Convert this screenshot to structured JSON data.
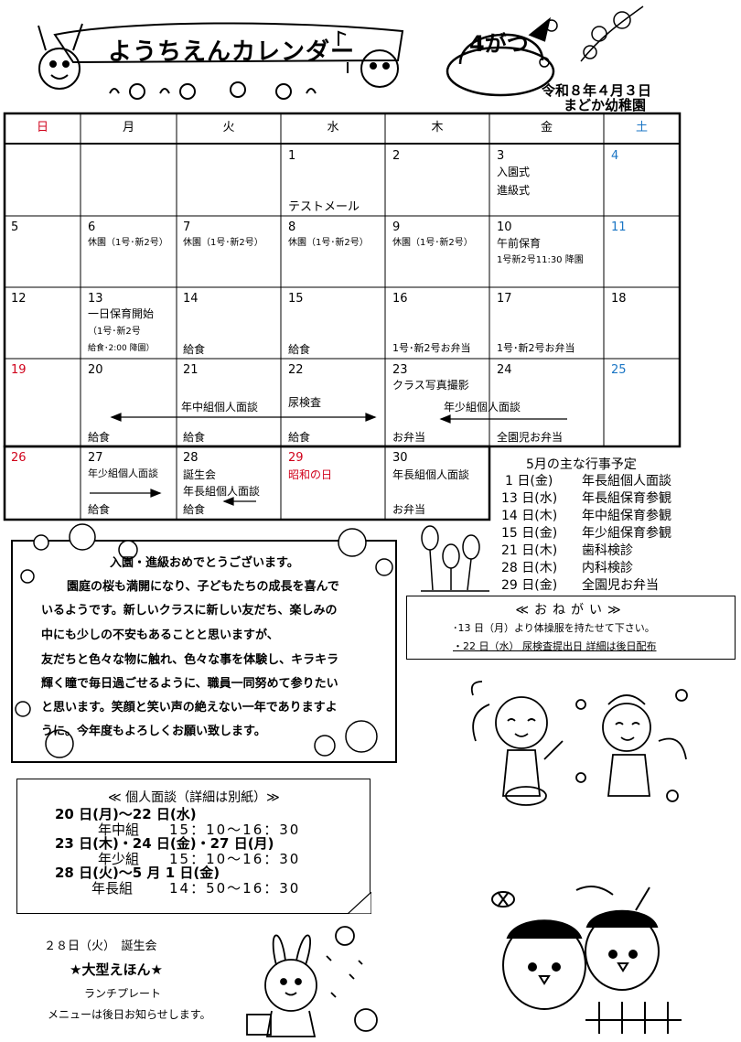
{
  "header": {
    "title": "ようちえんカレンダー",
    "month": "4がつ",
    "date": "令和８年４月３日",
    "school": "まどか幼稚園"
  },
  "calendar": {
    "weekdays": [
      "日",
      "月",
      "火",
      "水",
      "木",
      "金",
      "土"
    ],
    "weeks": [
      [
        {
          "num": "",
          "lines": []
        },
        {
          "num": "",
          "lines": []
        },
        {
          "num": "",
          "lines": []
        },
        {
          "num": "1",
          "lines": [],
          "bottom": "テストメール"
        },
        {
          "num": "2",
          "lines": []
        },
        {
          "num": "3",
          "lines": [
            "入園式",
            "進級式"
          ]
        },
        {
          "num": "4",
          "lines": []
        }
      ],
      [
        {
          "num": "5",
          "lines": []
        },
        {
          "num": "6",
          "small": "休園（1号･新2号）"
        },
        {
          "num": "7",
          "small": "休園（1号･新2号）"
        },
        {
          "num": "8",
          "small": "休園（1号･新2号）"
        },
        {
          "num": "9",
          "small": "休園（1号･新2号）"
        },
        {
          "num": "10",
          "lines": [
            "午前保育"
          ],
          "small": "1号新2号11:30 降園"
        },
        {
          "num": "11",
          "lines": []
        }
      ],
      [
        {
          "num": "12",
          "lines": []
        },
        {
          "num": "13",
          "lines": [
            "一日保育開始"
          ],
          "small": "（1号･新2号",
          "small2": "給食･2:00 降園）"
        },
        {
          "num": "14",
          "bottom": "給食"
        },
        {
          "num": "15",
          "bottom": "給食"
        },
        {
          "num": "16",
          "bottom": "1号･新2号お弁当"
        },
        {
          "num": "17",
          "bottom": "1号･新2号お弁当"
        },
        {
          "num": "18",
          "lines": []
        }
      ],
      [
        {
          "num": "19",
          "lines": []
        },
        {
          "num": "20",
          "bottom": "給食"
        },
        {
          "num": "21",
          "bottom": "給食"
        },
        {
          "num": "22",
          "lines": [
            "",
            "尿検査"
          ],
          "bottom": "給食"
        },
        {
          "num": "23",
          "lines": [
            "クラス写真撮影"
          ],
          "bottom": "お弁当"
        },
        {
          "num": "24",
          "bottom": "全園児お弁当"
        },
        {
          "num": "25",
          "lines": []
        }
      ],
      [
        {
          "num": "26",
          "lines": []
        },
        {
          "num": "27",
          "lines": [
            "年少組個人面談"
          ],
          "bottom": "給食"
        },
        {
          "num": "28",
          "lines": [
            "誕生会",
            "年長組個人面談"
          ],
          "bottom": "給食"
        },
        {
          "num": "29",
          "lines": [
            "昭和の日"
          ]
        },
        {
          "num": "30",
          "lines": [
            "年長組個人面談"
          ],
          "bottom": "お弁当"
        }
      ]
    ],
    "span_labels": {
      "nenchu": "年中組個人面談",
      "nensho": "年少組個人面談"
    }
  },
  "may_events": {
    "title": "5月の主な行事予定",
    "items": [
      {
        "date": "1 日(金)",
        "event": "年長組個人面談"
      },
      {
        "date": "13 日(水)",
        "event": "年長組保育参観"
      },
      {
        "date": "14 日(木)",
        "event": "年中組保育参観"
      },
      {
        "date": "15 日(金)",
        "event": "年少組保育参観"
      },
      {
        "date": "21 日(木)",
        "event": "歯科検診"
      },
      {
        "date": "28 日(木)",
        "event": "内科検診"
      },
      {
        "date": "29 日(金)",
        "event": "全園児お弁当"
      }
    ]
  },
  "notice": {
    "title": "≪おねがい≫",
    "line1": "･13 日（月）より体操服を持たせて下さい。",
    "line2": "・22 日（水） 尿検査提出日 詳細は後日配布"
  },
  "greeting": {
    "lines": [
      "入園・進級おめでとうございます。",
      "園庭の桜も満開になり、子どもたちの成長を喜んで",
      "いるようです。新しいクラスに新しい友だち、楽しみの",
      "中にも少しの不安もあることと思いますが、",
      "友だちと色々な物に触れ、色々な事を体験し、キラキラ",
      "輝く瞳で毎日過ごせるように、職員一同努めて参りたい",
      "と思います。笑顔と笑い声の絶えない一年でありますよ",
      "うに。今年度もよろしくお願い致します。"
    ]
  },
  "interviews": {
    "title": "≪ 個人面談（詳細は別紙）≫",
    "rows": [
      {
        "dates": "20 日(月)～22 日(水)",
        "class": "年中組",
        "time": "15：10～16：30"
      },
      {
        "dates": "23 日(木)・24 日(金)・27 日(月)",
        "class": "年少組",
        "time": "15：10～16：30"
      },
      {
        "dates": "28 日(火)～5 月 1 日(金)",
        "class": "年長組",
        "time": "14：50～16：30"
      }
    ]
  },
  "birthday": {
    "line1": "２８日（火）　誕生会",
    "line2": "★大型えほん★",
    "line3": "ランチプレート",
    "line4": "メニューは後日お知らせします。"
  },
  "colors": {
    "sunday": "#d0021b",
    "saturday": "#1a75c4"
  }
}
